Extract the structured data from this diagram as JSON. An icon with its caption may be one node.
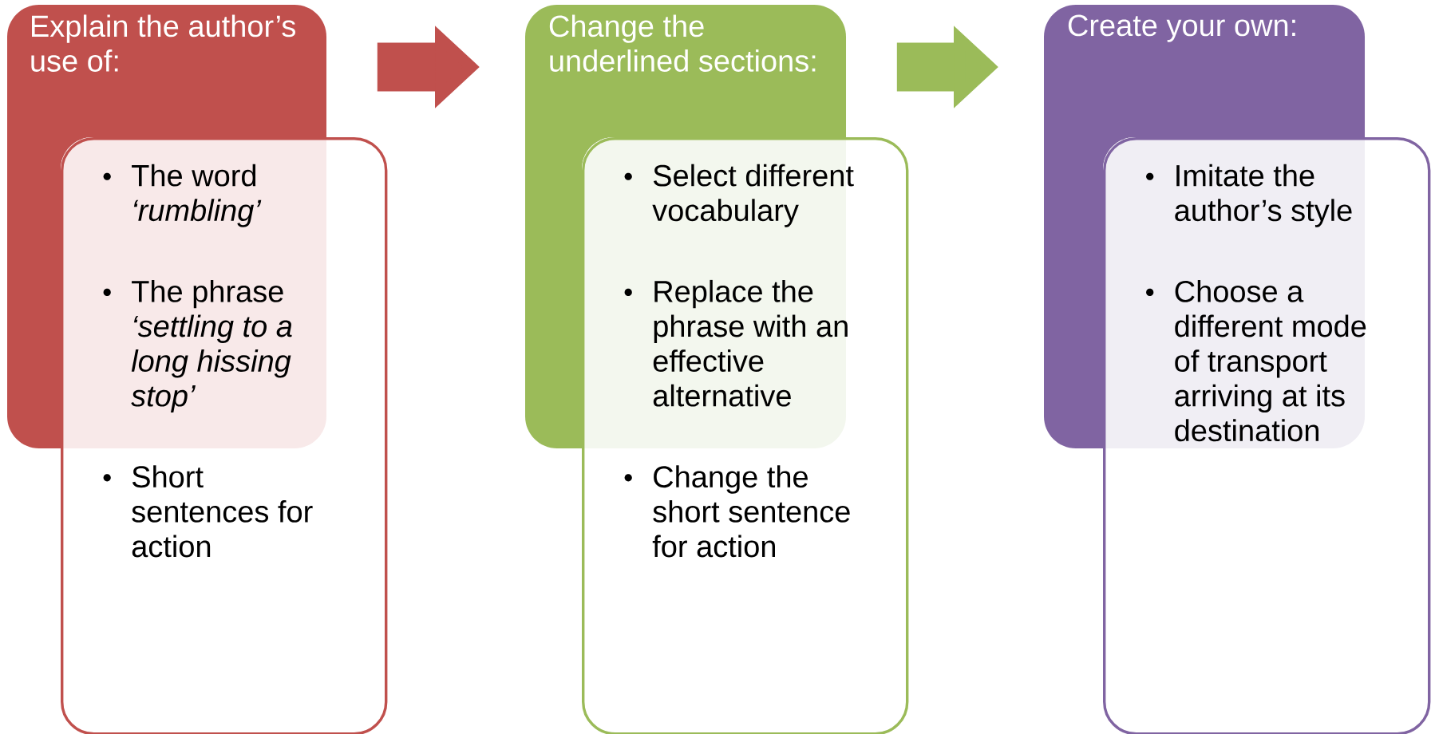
{
  "diagram": {
    "nodes": [
      {
        "text": [
          "Explain the author’s use of:"
        ]
      },
      {
        "text": [
          "The word *‘rumbling’*",
          "The phrase *‘settling to a long hissing stop’*",
          "Short sentences for action"
        ]
      },
      {
        "text": [
          "Change the underlined sections:"
        ]
      },
      {
        "text": [
          "Select different vocabulary",
          "Replace the phrase with an effective alternative",
          "Change the short sentence for action"
        ]
      },
      {
        "text": [
          "Create your own:"
        ]
      },
      {
        "text": [
          "Imitate the author’s style",
          "Choose a different mode of transport arriving at its destination"
        ]
      }
    ],
    "edges": [
      {
        "from": 0,
        "to": 2,
        "arrow": "to",
        "color": "#c0504d"
      },
      {
        "from": 2,
        "to": 4,
        "arrow": "to",
        "color": "#9bbb59"
      }
    ]
  }
}
